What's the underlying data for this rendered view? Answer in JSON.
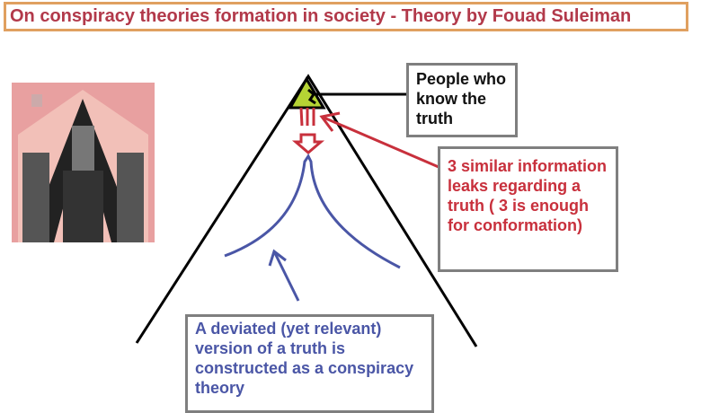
{
  "title": "On conspiracy theories formation in society - Theory by Fouad Suleiman",
  "labels": {
    "insiders": "People who know the truth",
    "leaks": "3 similar information leaks regarding a truth ( 3 is enough for conformation)",
    "theory": "A deviated (yet relevant) version of a truth is constructed as a conspiracy theory"
  },
  "colors": {
    "title_border": "#e0a060",
    "title_text": "#b2394a",
    "leaks": "#c8303c",
    "theory": "#4a56a6",
    "apex": "#b5d334"
  }
}
